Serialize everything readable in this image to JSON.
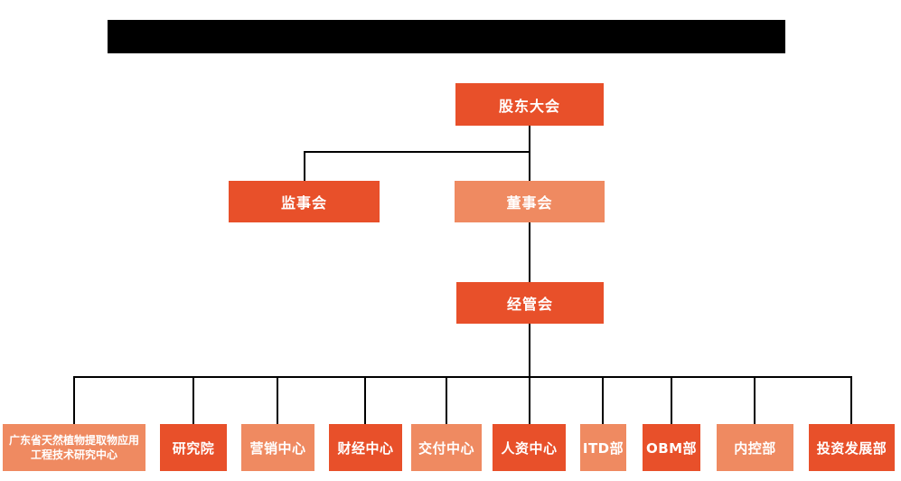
{
  "colors": {
    "primary": "#e8502a",
    "secondary": "#ef8a61",
    "line": "#000000",
    "header": "#000000",
    "background": "#ffffff",
    "node_text": "#ffffff"
  },
  "org_chart": {
    "nodes": {
      "shareholders": {
        "label": "股东大会",
        "variant": "primary"
      },
      "supervisory": {
        "label": "监事会",
        "variant": "primary"
      },
      "board": {
        "label": "董事会",
        "variant": "secondary"
      },
      "management": {
        "label": "经管会",
        "variant": "primary"
      },
      "departments": [
        {
          "label": "广东省天然植物提取物应用工程技术研究中心",
          "variant": "secondary"
        },
        {
          "label": "研究院",
          "variant": "primary"
        },
        {
          "label": "营销中心",
          "variant": "secondary"
        },
        {
          "label": "财经中心",
          "variant": "primary"
        },
        {
          "label": "交付中心",
          "variant": "secondary"
        },
        {
          "label": "人资中心",
          "variant": "primary"
        },
        {
          "label": "ITD部",
          "variant": "secondary"
        },
        {
          "label": "OBM部",
          "variant": "primary"
        },
        {
          "label": "内控部",
          "variant": "secondary"
        },
        {
          "label": "投资发展部",
          "variant": "primary"
        }
      ]
    },
    "hierarchy": {
      "root": "股东大会",
      "children_of_root": [
        "监事会",
        "董事会"
      ],
      "child_of_board": "经管会",
      "children_of_management": [
        "广东省天然植物提取物应用工程技术研究中心",
        "研究院",
        "营销中心",
        "财经中心",
        "交付中心",
        "人资中心",
        "ITD部",
        "OBM部",
        "内控部",
        "投资发展部"
      ]
    }
  }
}
